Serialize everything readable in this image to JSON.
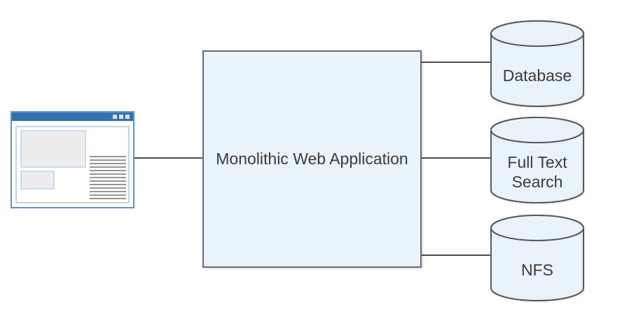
{
  "nodes": {
    "client": {
      "id": "web-browser-client",
      "kind": "browser-window-icon"
    },
    "app": {
      "id": "monolith",
      "label": "Monolithic Web Application",
      "shape": "rectangle"
    },
    "stores": [
      {
        "id": "database",
        "label": "Database",
        "shape": "cylinder"
      },
      {
        "id": "full-text-search",
        "label": "Full Text Search",
        "shape": "cylinder"
      },
      {
        "id": "nfs",
        "label": "NFS",
        "shape": "cylinder"
      }
    ]
  },
  "edges": [
    {
      "from": "web-browser-client",
      "to": "monolith"
    },
    {
      "from": "monolith",
      "to": "database"
    },
    {
      "from": "monolith",
      "to": "full-text-search"
    },
    {
      "from": "monolith",
      "to": "nfs"
    }
  ],
  "colors": {
    "node_fill": "#e9f3fb",
    "node_border": "#6b6b6b",
    "cylinder_border": "#595959",
    "connector": "#4d4d4d",
    "label_text": "#3b3b3b",
    "browser_titlebar": "#2e74b5",
    "browser_frame": "#5e97d0",
    "browser_inner_border": "#bdd7ee",
    "placeholder_fill": "#ededed",
    "text_line_gray": "#969696"
  }
}
